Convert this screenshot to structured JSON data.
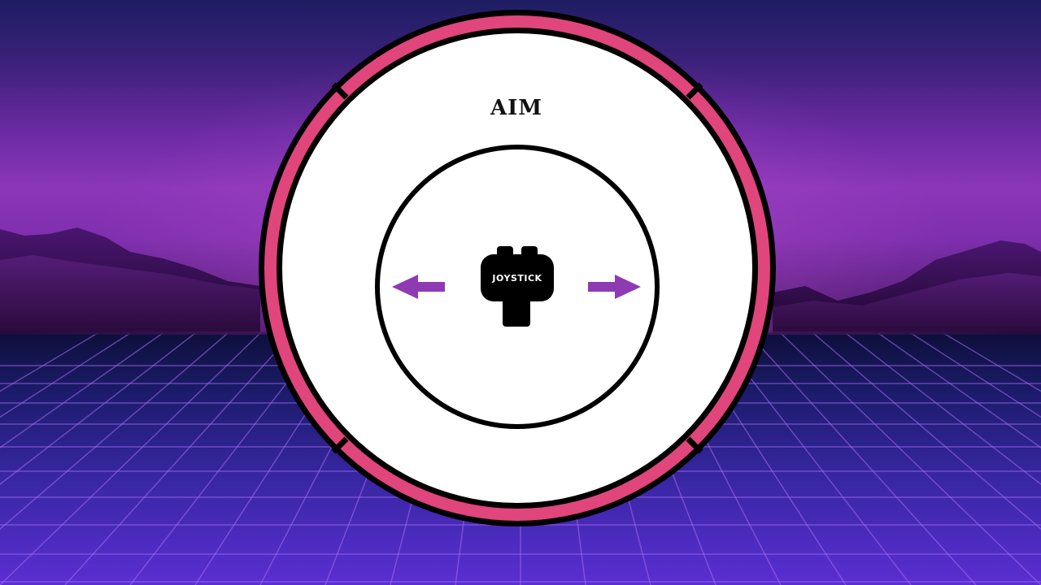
{
  "scene": {
    "name": "aim-tutorial-screen",
    "background": "synthwave-grid"
  },
  "dial": {
    "title": "AIM",
    "center_label": "JOYSTICK",
    "icons": {
      "center": "joystick-icon",
      "left": "arrow-left-icon",
      "right": "arrow-right-icon"
    }
  },
  "colors": {
    "ring_accent": "#e0457b",
    "ring_outline": "#000000",
    "dial_fill": "#ffffff",
    "arrow": "#8e3bb3",
    "joystick": "#000000"
  }
}
